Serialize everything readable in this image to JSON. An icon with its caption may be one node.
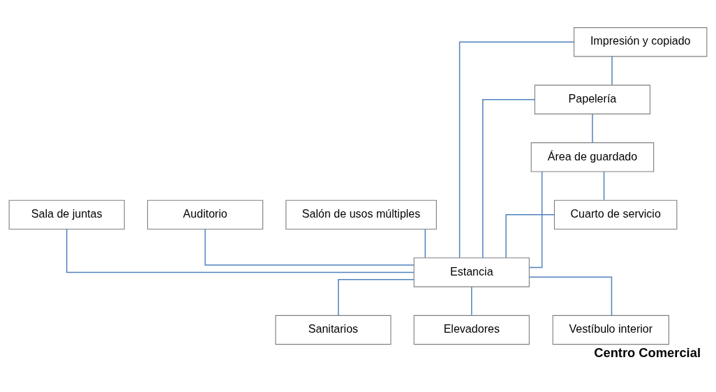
{
  "diagram": {
    "caption": "Centro Comercial",
    "nodes": [
      {
        "text": [
          "Sala de juntas"
        ]
      },
      {
        "text": [
          "Auditorio"
        ]
      },
      {
        "text": [
          "Salón de usos múltiples"
        ]
      },
      {
        "text": [
          "Impresión y copiado"
        ]
      },
      {
        "text": [
          "Papelería"
        ]
      },
      {
        "text": [
          "Estancia"
        ]
      },
      {
        "text": [
          "Sanitarios"
        ]
      },
      {
        "text": [
          "Elevadores"
        ]
      },
      {
        "text": [
          "Área de guardado"
        ]
      },
      {
        "text": [
          "Vestíbulo interior"
        ]
      },
      {
        "text": [
          "Cuarto de servicio"
        ]
      }
    ],
    "edges": [
      {
        "from": 0,
        "to": 5,
        "arrow": "none"
      },
      {
        "from": 1,
        "to": 5,
        "arrow": "none"
      },
      {
        "from": 2,
        "to": 5,
        "arrow": "none"
      },
      {
        "from": 3,
        "to": 5,
        "arrow": "none"
      },
      {
        "from": 4,
        "to": 5,
        "arrow": "none"
      },
      {
        "from": 8,
        "to": 5,
        "arrow": "none"
      },
      {
        "from": 10,
        "to": 5,
        "arrow": "none"
      },
      {
        "from": 3,
        "to": 4,
        "arrow": "none"
      },
      {
        "from": 4,
        "to": 8,
        "arrow": "none"
      },
      {
        "from": 8,
        "to": 10,
        "arrow": "none"
      },
      {
        "from": 5,
        "to": 6,
        "arrow": "none"
      },
      {
        "from": 5,
        "to": 7,
        "arrow": "none"
      },
      {
        "from": 5,
        "to": 9,
        "arrow": "none"
      }
    ]
  }
}
